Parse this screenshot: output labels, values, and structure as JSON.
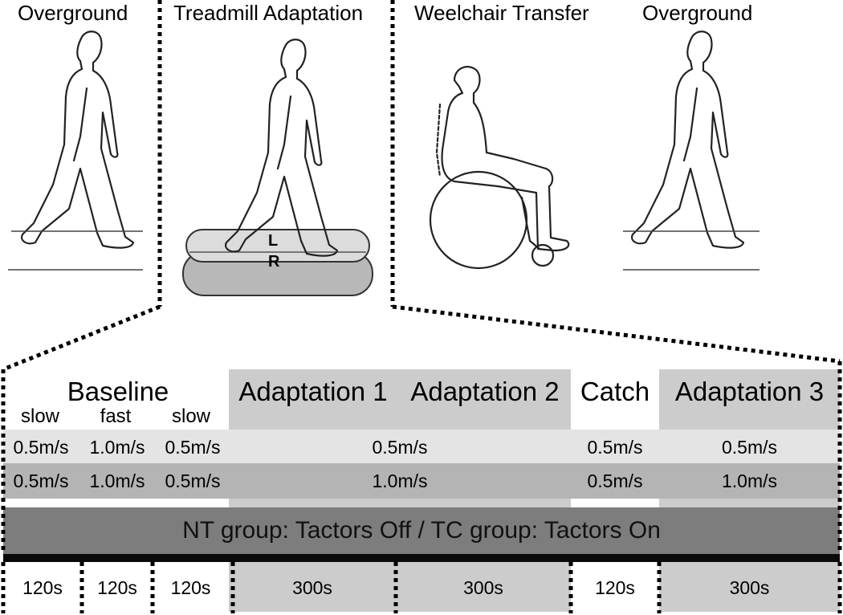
{
  "top_panels": [
    {
      "label": "Overground",
      "figure": "walking-person-icon"
    },
    {
      "label": "Treadmill Adaptation",
      "figure": "walking-on-treadmill-icon",
      "belt_labels": [
        "L",
        "R"
      ]
    },
    {
      "label": "Weelchair Transfer",
      "figure": "person-in-wheelchair-icon"
    },
    {
      "label": "Overground",
      "figure": "walking-person-icon"
    }
  ],
  "phases": {
    "baseline": {
      "label": "Baseline",
      "sub": [
        "slow",
        "fast",
        "slow"
      ]
    },
    "adaptation1": "Adaptation 1",
    "adaptation2": "Adaptation 2",
    "catch": "Catch",
    "adaptation3": "Adaptation 3"
  },
  "speeds": {
    "row1": {
      "baseline": [
        "0.5m/s",
        "1.0m/s",
        "0.5m/s"
      ],
      "adaptation": "0.5m/s",
      "catch": "0.5m/s",
      "adaptation3": "0.5m/s"
    },
    "row2": {
      "baseline": [
        "0.5m/s",
        "1.0m/s",
        "0.5m/s"
      ],
      "adaptation": "1.0m/s",
      "catch": "0.5m/s",
      "adaptation3": "1.0m/s"
    }
  },
  "tactor_band": "NT group: Tactors Off / TC group: Tactors On",
  "durations": [
    "120s",
    "120s",
    "120s",
    "300s",
    "300s",
    "120s",
    "300s"
  ],
  "colors": {
    "phase_gray": "#cccccc",
    "row1_gray": "#e4e4e4",
    "row2_gray": "#b4b4b4",
    "band_gray": "#7d7d7d",
    "bar_black": "#0a0a0a",
    "treadmill_top": "#dcdcdc",
    "treadmill_side": "#b8b8b8"
  }
}
